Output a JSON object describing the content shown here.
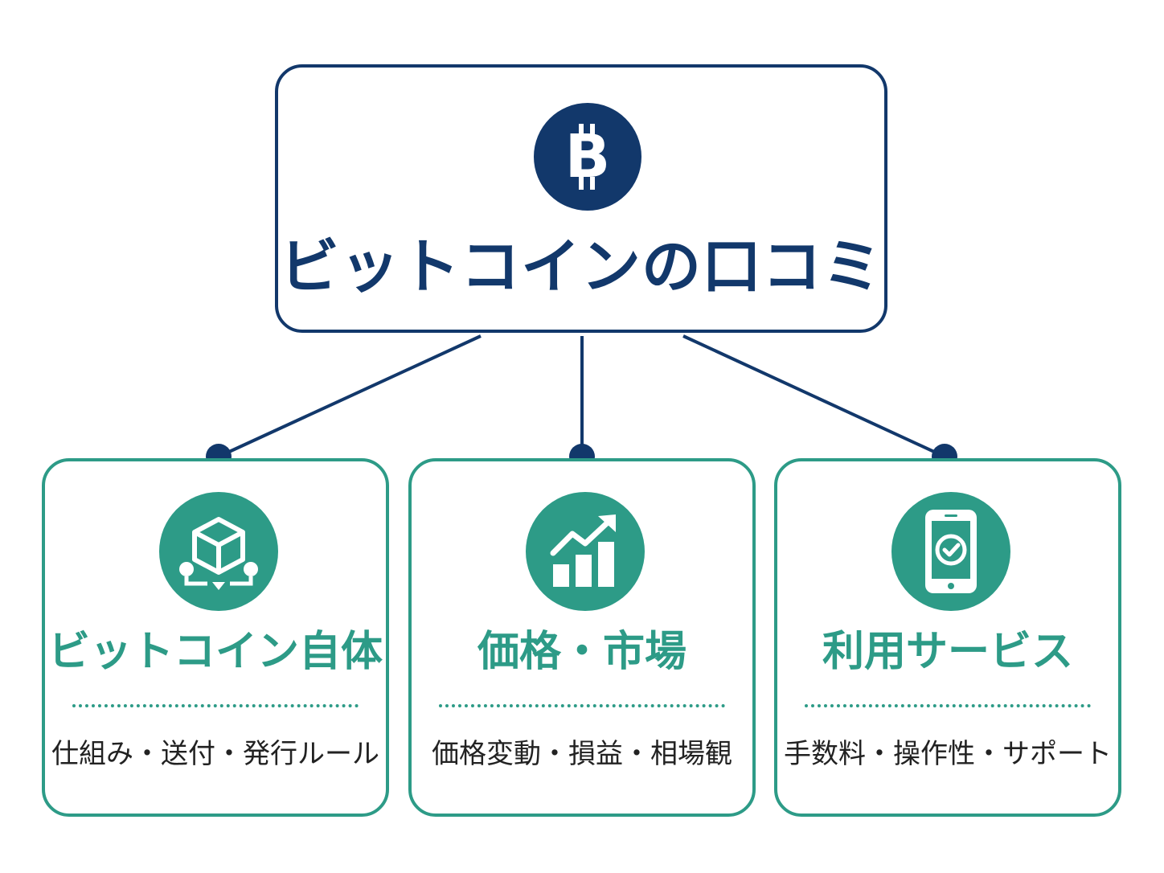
{
  "colors": {
    "navy": "#12386b",
    "teal": "#2d9b87",
    "text": "#222222"
  },
  "root": {
    "title": "ビットコインの口コミ",
    "icon": "bitcoin-icon"
  },
  "children": [
    {
      "title": "ビットコイン自体",
      "subtitle": "仕組み・送付・発行ルール",
      "icon": "blockchain-cube-icon"
    },
    {
      "title": "価格・市場",
      "subtitle": "価格変動・損益・相場観",
      "icon": "chart-growth-icon"
    },
    {
      "title": "利用サービス",
      "subtitle": "手数料・操作性・サポート",
      "icon": "smartphone-check-icon"
    }
  ]
}
